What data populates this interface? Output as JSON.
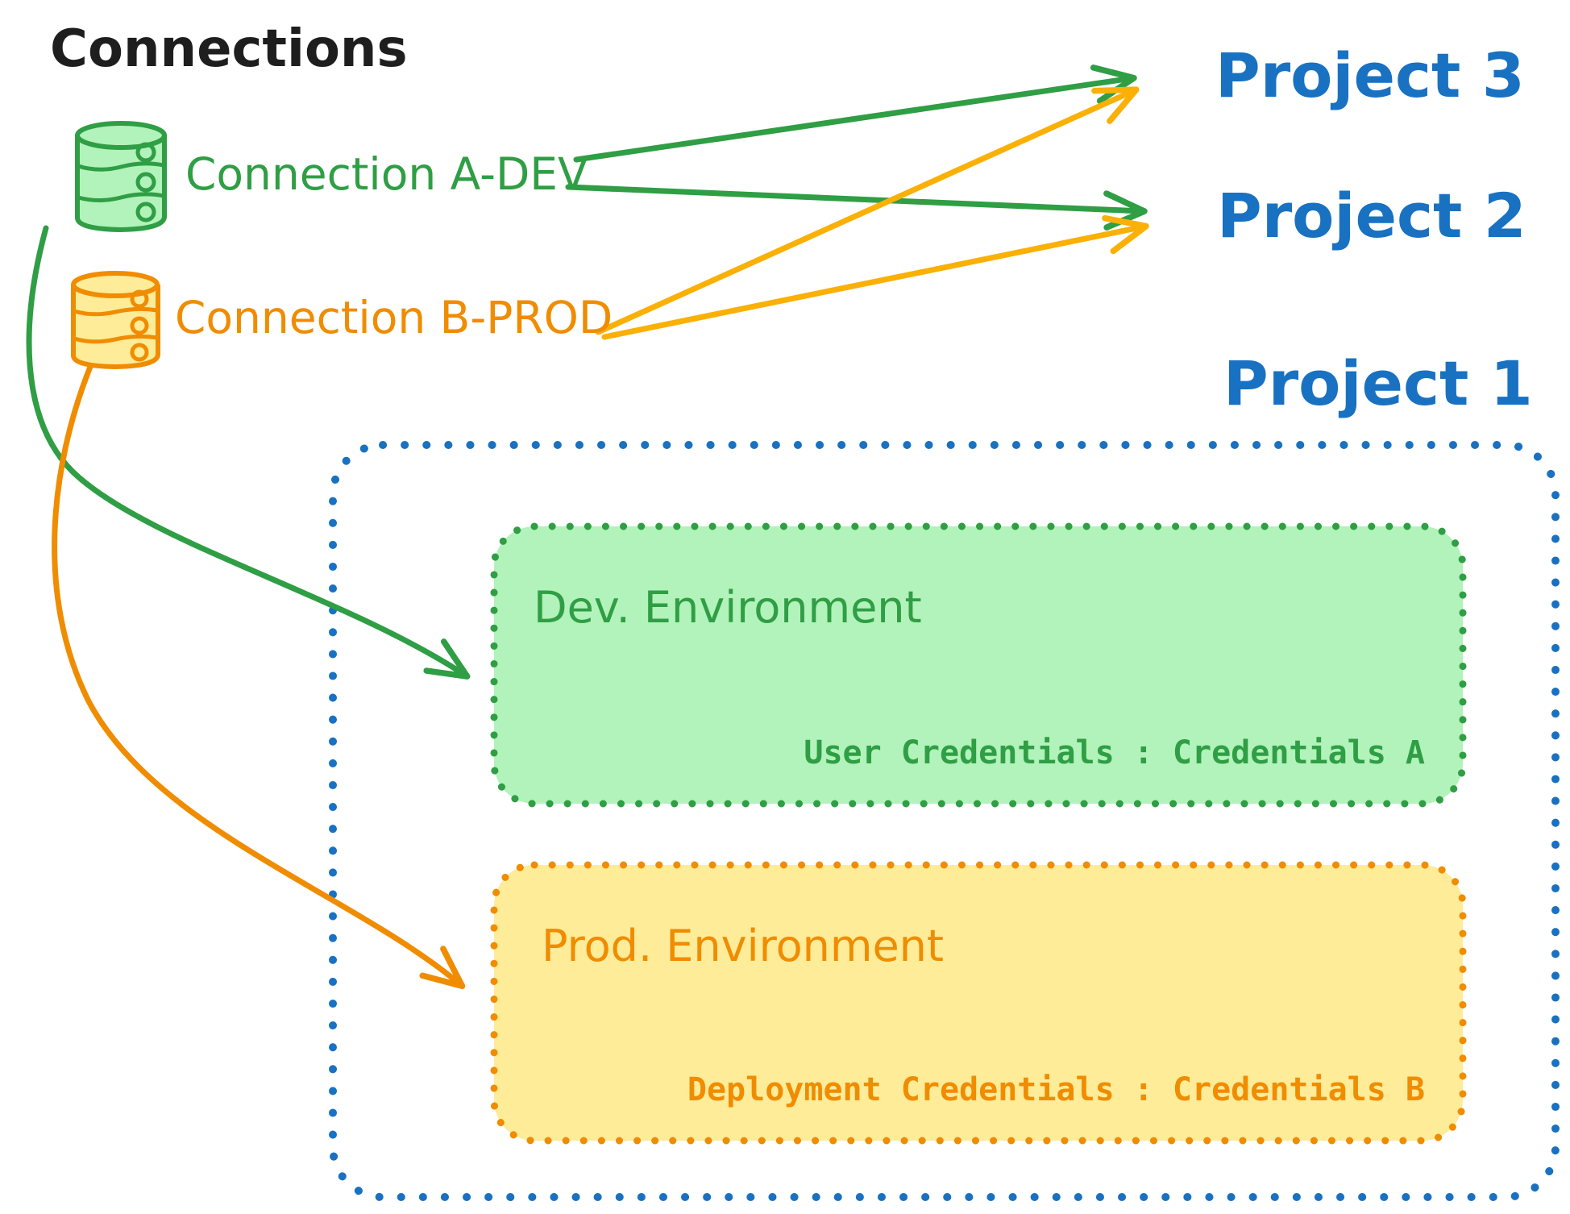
{
  "title": "Connections",
  "colors": {
    "ink": "#1e1e1e",
    "blue": "#1971c2",
    "green": "#2f9e44",
    "green_fill": "#b2f2bb",
    "orange": "#f08c00",
    "orange_fill": "#ffec99",
    "yellow_arrow": "#fab005"
  },
  "connections": [
    {
      "id": "a-dev",
      "label": "Connection A-DEV",
      "color": "#2f9e44",
      "icon": "database-icon"
    },
    {
      "id": "b-prod",
      "label": "Connection B-PROD",
      "color": "#f08c00",
      "icon": "database-icon"
    }
  ],
  "projects": [
    {
      "label": "Project 3"
    },
    {
      "label": "Project 2"
    },
    {
      "label": "Project 1"
    }
  ],
  "project1": {
    "environments": [
      {
        "name": "Dev. Environment",
        "credentials": "User Credentials : Credentials A"
      },
      {
        "name": "Prod. Environment",
        "credentials": "Deployment Credentials : Credentials B"
      }
    ]
  },
  "edges": [
    {
      "from": "Connection A-DEV",
      "to": "Project 3"
    },
    {
      "from": "Connection A-DEV",
      "to": "Project 2"
    },
    {
      "from": "Connection B-PROD",
      "to": "Project 3"
    },
    {
      "from": "Connection B-PROD",
      "to": "Project 2"
    },
    {
      "from": "Connection A-DEV",
      "to": "Dev. Environment (Project 1)"
    },
    {
      "from": "Connection B-PROD",
      "to": "Prod. Environment (Project 1)"
    }
  ]
}
